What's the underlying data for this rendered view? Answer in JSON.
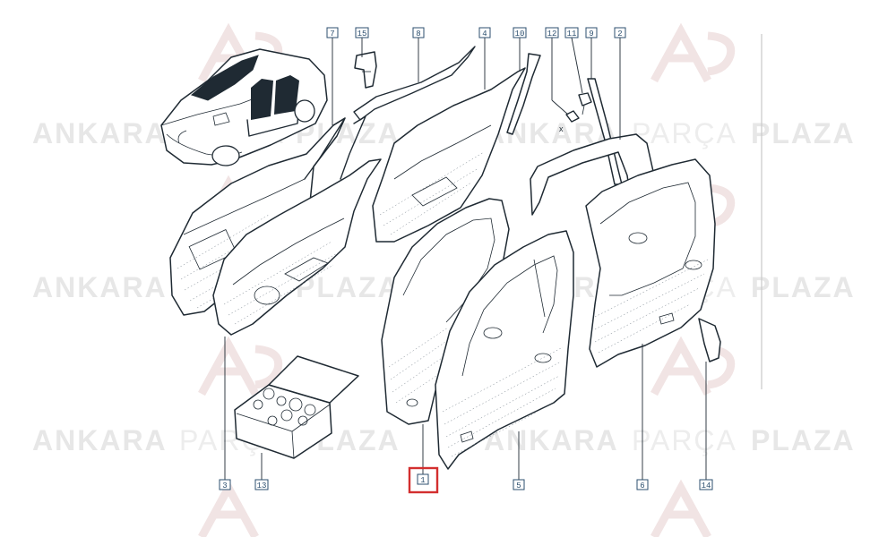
{
  "watermark": {
    "word1": "ANKARA",
    "word2": "PARÇA",
    "word3": "PLAZA",
    "color_bold": "#e7e7e7",
    "color_light": "#ededed",
    "logo_color": "#f1e4e4"
  },
  "callouts": [
    {
      "id": "c7",
      "label": "7"
    },
    {
      "id": "c15",
      "label": "15"
    },
    {
      "id": "c8",
      "label": "8"
    },
    {
      "id": "c4",
      "label": "4"
    },
    {
      "id": "c10",
      "label": "10"
    },
    {
      "id": "c12",
      "label": "12"
    },
    {
      "id": "c11",
      "label": "11"
    },
    {
      "id": "c9",
      "label": "9"
    },
    {
      "id": "c2",
      "label": "2"
    },
    {
      "id": "c3",
      "label": "3"
    },
    {
      "id": "c13",
      "label": "13"
    },
    {
      "id": "c1",
      "label": "1",
      "highlighted": true
    },
    {
      "id": "c5",
      "label": "5"
    },
    {
      "id": "c6",
      "label": "6"
    },
    {
      "id": "c14",
      "label": "14"
    }
  ],
  "small_marks": {
    "x_mark": "x"
  },
  "highlight_color": "#d32f2f",
  "tag_color": "#2c4f6f",
  "line_color": "#1f2a33"
}
